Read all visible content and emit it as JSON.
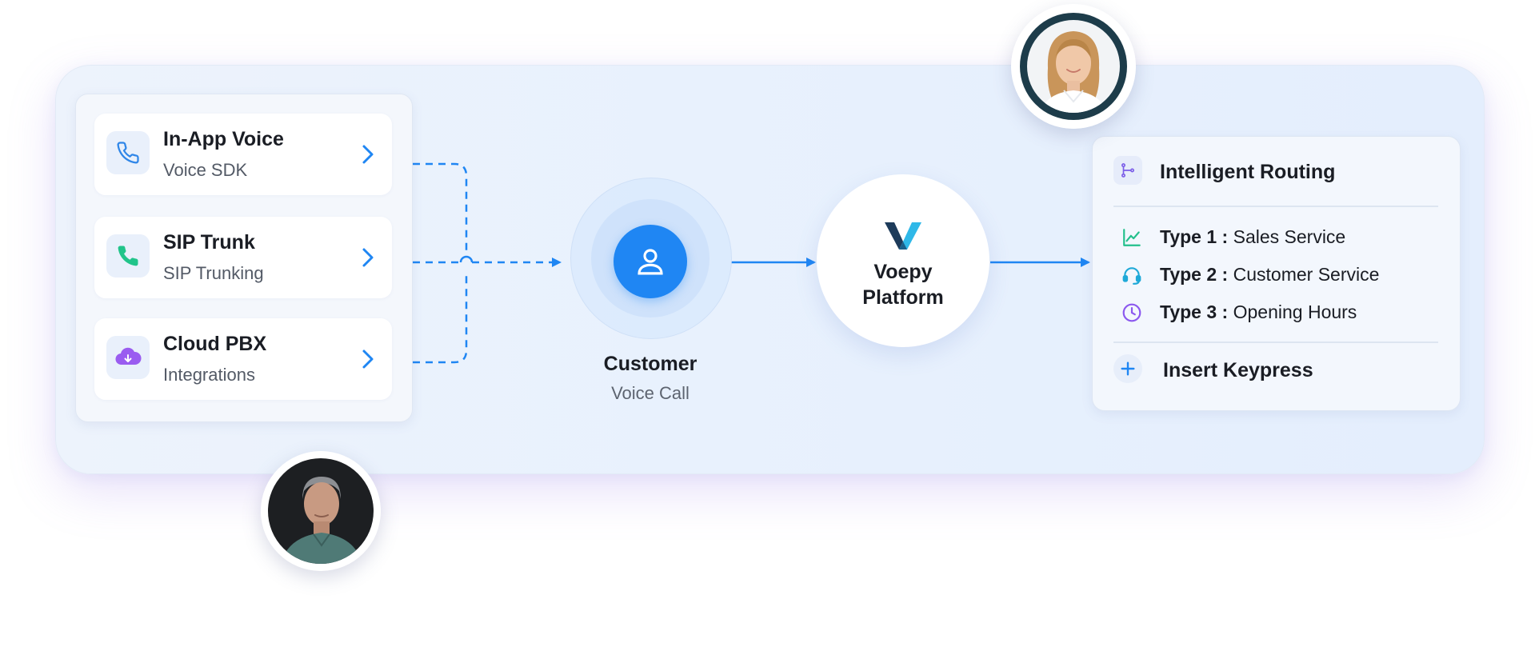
{
  "sources": [
    {
      "title": "In-App Voice",
      "subtitle": "Voice SDK",
      "icon": "phone-icon",
      "color": "#2f86e8"
    },
    {
      "title": "SIP Trunk",
      "subtitle": "SIP Trunking",
      "icon": "phone-green-icon",
      "color": "#21c48a"
    },
    {
      "title": "Cloud PBX",
      "subtitle": "Integrations",
      "icon": "cloud-icon",
      "color": "#9a5cf0"
    }
  ],
  "customer": {
    "title": "Customer",
    "subtitle": "Voice Call"
  },
  "platform": {
    "line1": "Voepy",
    "line2": "Platform"
  },
  "routing": {
    "title": "Intelligent Routing",
    "types": [
      {
        "label": "Type 1",
        "separator": ":",
        "value": "Sales Service",
        "icon": "chart-line-icon",
        "color": "#23c08c"
      },
      {
        "label": "Type 2",
        "separator": ":",
        "value": "Customer Service",
        "icon": "headset-icon",
        "color": "#1fa9d8"
      },
      {
        "label": "Type 3",
        "separator": ":",
        "value": "Opening Hours",
        "icon": "clock-icon",
        "color": "#8b58ef"
      }
    ],
    "insert_label": "Insert Keypress"
  },
  "colors": {
    "accent": "#1f86f3",
    "text": "#1a1d24",
    "muted": "#535a66"
  }
}
